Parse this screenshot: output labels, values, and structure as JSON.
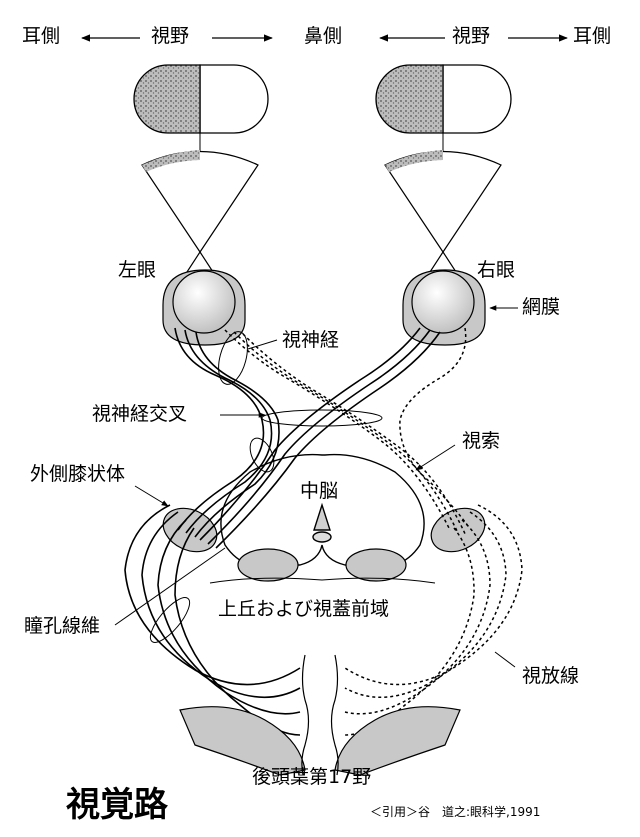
{
  "header": {
    "ear_left": "耳側",
    "visual_field_left": "視野",
    "nose": "鼻側",
    "visual_field_right": "視野",
    "ear_right": "耳側"
  },
  "labels": {
    "left_eye": "左眼",
    "right_eye": "右眼",
    "retina": "網膜",
    "optic_nerve": "視神経",
    "optic_chiasm": "視神経交叉",
    "optic_tract": "視索",
    "lgn": "外側膝状体",
    "midbrain": "中脳",
    "pupillary_fibers": "瞳孔線維",
    "superior_colliculus": "上丘および視蓋前域",
    "optic_radiation": "視放線",
    "visual_cortex": "後頭葉第17野"
  },
  "title": "視覚路",
  "citation": "＜引用＞谷　道之:眼科学,1991",
  "colors": {
    "stipple": "#8a8a8a",
    "structure_fill": "#c8c8c8",
    "line": "#000000"
  }
}
